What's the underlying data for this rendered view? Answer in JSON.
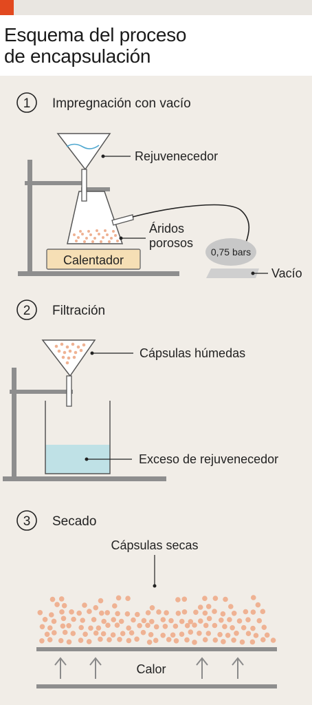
{
  "title_line1": "Esquema del proceso",
  "title_line2": "de encapsulación",
  "step1": {
    "number": "1",
    "title": "Impregnación con vacío",
    "labels": {
      "rejuvenecedor": "Rejuvenecedor",
      "aridos_line1": "Áridos",
      "aridos_line2": "porosos",
      "pressure": "0,75 bars",
      "vacio": "Vacío",
      "calentador": "Calentador"
    }
  },
  "step2": {
    "number": "2",
    "title": "Filtración",
    "labels": {
      "capsulas_humedas": "Cápsulas húmedas",
      "exceso": "Exceso de rejuvenecedor"
    }
  },
  "step3": {
    "number": "3",
    "title": "Secado",
    "labels": {
      "capsulas_secas": "Cápsulas secas",
      "calor": "Calor"
    }
  },
  "colors": {
    "accent": "#e2491f",
    "particle": "#efb293",
    "liquid": "#bfe1e6",
    "heater": "#f6dfb5",
    "stand": "#8e8e8e"
  }
}
